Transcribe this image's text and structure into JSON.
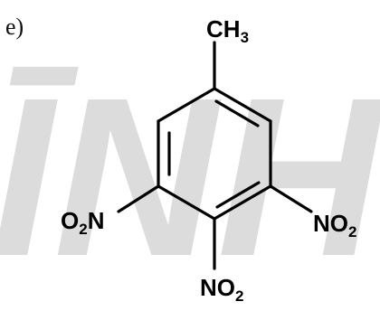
{
  "part_label": "e)",
  "watermark": "ĪNHC",
  "substituents": {
    "top": {
      "main": "CH",
      "sub": "3"
    },
    "left": {
      "pre": "O",
      "sub": "2",
      "post": "N"
    },
    "right": {
      "pre": "NO",
      "sub": "2"
    },
    "bottom": {
      "pre": "NO",
      "sub": "2"
    }
  },
  "colors": {
    "ink": "#000000",
    "watermark": "#d6d6d6"
  }
}
